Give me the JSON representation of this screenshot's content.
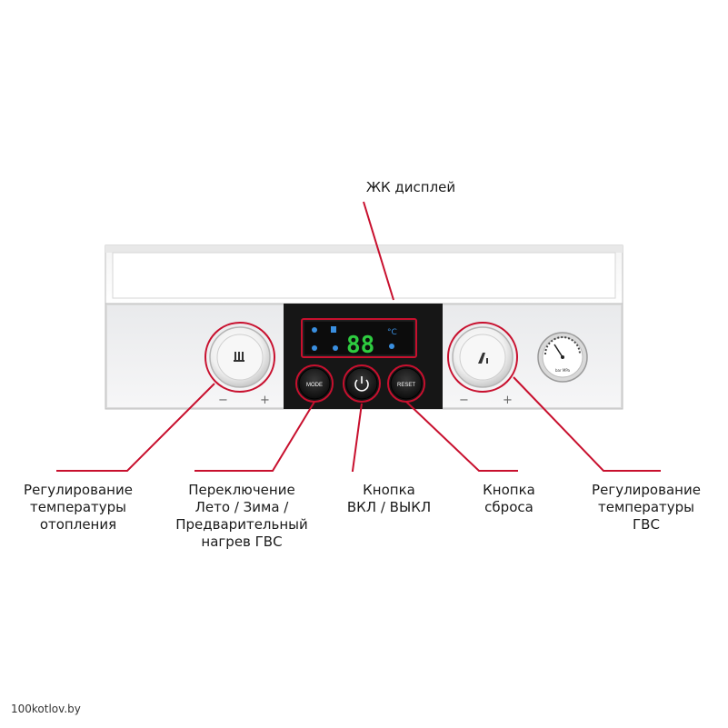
{
  "callouts": {
    "lcd": "ЖК дисплей",
    "heating": "Регулирование\nтемпературы\nотопления",
    "mode": "Переключение\nЛето / Зима /\nПредварительный\nнагрев ГВС",
    "power": "Кнопка\nВКЛ / ВЫКЛ",
    "reset": "Кнопка\nсброса",
    "dhw": "Регулирование\nтемпературы\nГВС"
  },
  "panel": {
    "mode_button": "MODE",
    "reset_button": "RESET",
    "display_value": "88",
    "display_unit": "°C",
    "knob_minus": "−",
    "knob_plus": "+",
    "gauge_label": "bar MPa"
  },
  "watermark": "100kotlov.by",
  "colors": {
    "callout": "#c8102e",
    "display_bg": "#111111",
    "digits": "#2ecc40"
  }
}
